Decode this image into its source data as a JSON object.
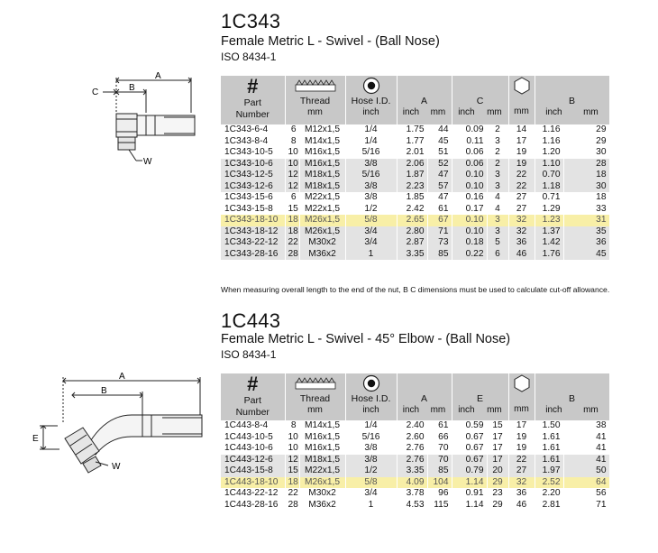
{
  "sections": [
    {
      "code": "1C343",
      "subtitle": "Female Metric L - Swivel - (Ball Nose)",
      "standard": "ISO 8434-1",
      "headers": {
        "hash": "#",
        "part": "Part",
        "part2": "Number",
        "thread": "Thread",
        "thread_unit": "mm",
        "hose": "Hose I.D.",
        "hose_unit": "inch",
        "dim1": "A",
        "dim2": "C",
        "dim3": "B",
        "inch": "inch",
        "mm": "mm"
      },
      "drawing_labels": {
        "a": "A",
        "b": "B",
        "c": "C",
        "w": "W"
      },
      "rows": [
        [
          "1C343-6-4",
          "6",
          "M12x1,5",
          "1/4",
          "1.75",
          "44",
          "0.09",
          "2",
          "14",
          "1.16",
          "29"
        ],
        [
          "1C343-8-4",
          "8",
          "M14x1,5",
          "1/4",
          "1.77",
          "45",
          "0.11",
          "3",
          "17",
          "1.16",
          "29"
        ],
        [
          "1C343-10-5",
          "10",
          "M16x1,5",
          "5/16",
          "2.01",
          "51",
          "0.06",
          "2",
          "19",
          "1.20",
          "30"
        ],
        [
          "1C343-10-6",
          "10",
          "M16x1,5",
          "3/8",
          "2.06",
          "52",
          "0.06",
          "2",
          "19",
          "1.10",
          "28"
        ],
        [
          "1C343-12-5",
          "12",
          "M18x1,5",
          "5/16",
          "1.87",
          "47",
          "0.10",
          "3",
          "22",
          "0.70",
          "18"
        ],
        [
          "1C343-12-6",
          "12",
          "M18x1,5",
          "3/8",
          "2.23",
          "57",
          "0.10",
          "3",
          "22",
          "1.18",
          "30"
        ],
        [
          "1C343-15-6",
          "6",
          "M22x1,5",
          "3/8",
          "1.85",
          "47",
          "0.16",
          "4",
          "27",
          "0.71",
          "18"
        ],
        [
          "1C343-15-8",
          "15",
          "M22x1,5",
          "1/2",
          "2.42",
          "61",
          "0.17",
          "4",
          "27",
          "1.29",
          "33"
        ],
        [
          "1C343-18-10",
          "18",
          "M26x1,5",
          "5/8",
          "2.65",
          "67",
          "0.10",
          "3",
          "32",
          "1.23",
          "31"
        ],
        [
          "1C343-18-12",
          "18",
          "M26x1,5",
          "3/4",
          "2.80",
          "71",
          "0.10",
          "3",
          "32",
          "1.37",
          "35"
        ],
        [
          "1C343-22-12",
          "22",
          "M30x2",
          "3/4",
          "2.87",
          "73",
          "0.18",
          "5",
          "36",
          "1.42",
          "36"
        ],
        [
          "1C343-28-16",
          "28",
          "M36x2",
          "1",
          "3.35",
          "85",
          "0.22",
          "6",
          "46",
          "1.76",
          "45"
        ]
      ],
      "row_shading": [
        "w",
        "w",
        "w",
        "g",
        "g",
        "g",
        "w",
        "w",
        "hl",
        "g",
        "g",
        "g"
      ],
      "note": "When measuring overall length to the end of the nut, B  C dimensions must be used to calculate cut-off allowance."
    },
    {
      "code": "1C443",
      "subtitle": "Female Metric L - Swivel - 45° Elbow - (Ball Nose)",
      "standard": "ISO 8434-1",
      "headers": {
        "hash": "#",
        "part": "Part",
        "part2": "Number",
        "thread": "Thread",
        "thread_unit": "mm",
        "hose": "Hose I.D.",
        "hose_unit": "inch",
        "dim1": "A",
        "dim2": "E",
        "dim3": "B",
        "inch": "inch",
        "mm": "mm"
      },
      "drawing_labels": {
        "a": "A",
        "b": "B",
        "e": "E",
        "w": "W"
      },
      "rows": [
        [
          "1C443-8-4",
          "8",
          "M14x1,5",
          "1/4",
          "2.40",
          "61",
          "0.59",
          "15",
          "17",
          "1.50",
          "38"
        ],
        [
          "1C443-10-5",
          "10",
          "M16x1,5",
          "5/16",
          "2.60",
          "66",
          "0.67",
          "17",
          "19",
          "1.61",
          "41"
        ],
        [
          "1C443-10-6",
          "10",
          "M16x1,5",
          "3/8",
          "2.76",
          "70",
          "0.67",
          "17",
          "19",
          "1.61",
          "41"
        ],
        [
          "1C443-12-6",
          "12",
          "M18x1,5",
          "3/8",
          "2.76",
          "70",
          "0.67",
          "17",
          "22",
          "1.61",
          "41"
        ],
        [
          "1C443-15-8",
          "15",
          "M22x1,5",
          "1/2",
          "3.35",
          "85",
          "0.79",
          "20",
          "27",
          "1.97",
          "50"
        ],
        [
          "1C443-18-10",
          "18",
          "M26x1,5",
          "5/8",
          "4.09",
          "104",
          "1.14",
          "29",
          "32",
          "2.52",
          "64"
        ],
        [
          "1C443-22-12",
          "22",
          "M30x2",
          "3/4",
          "3.78",
          "96",
          "0.91",
          "23",
          "36",
          "2.20",
          "56"
        ],
        [
          "1C443-28-16",
          "28",
          "M36x2",
          "1",
          "4.53",
          "115",
          "1.14",
          "29",
          "46",
          "2.81",
          "71"
        ]
      ],
      "row_shading": [
        "w",
        "w",
        "w",
        "g",
        "g",
        "hl",
        "w",
        "w"
      ]
    }
  ]
}
